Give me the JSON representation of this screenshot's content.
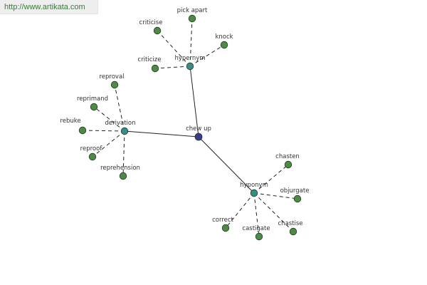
{
  "banner": {
    "url": "http://www.artikata.com"
  },
  "colors": {
    "center": "#3b3a8c",
    "hub": "#3d8a8a",
    "leaf": "#4e8a46"
  },
  "center": {
    "label": "chew up"
  },
  "hubs": [
    {
      "label": "hypernym",
      "leaves": [
        "pick apart",
        "criticise",
        "knock",
        "criticize"
      ]
    },
    {
      "label": "derivation",
      "leaves": [
        "reproval",
        "reprimand",
        "rebuke",
        "reproof",
        "reprehension"
      ]
    },
    {
      "label": "hyponym",
      "leaves": [
        "chasten",
        "objurgate",
        "correct",
        "castigate",
        "chastise"
      ]
    }
  ]
}
